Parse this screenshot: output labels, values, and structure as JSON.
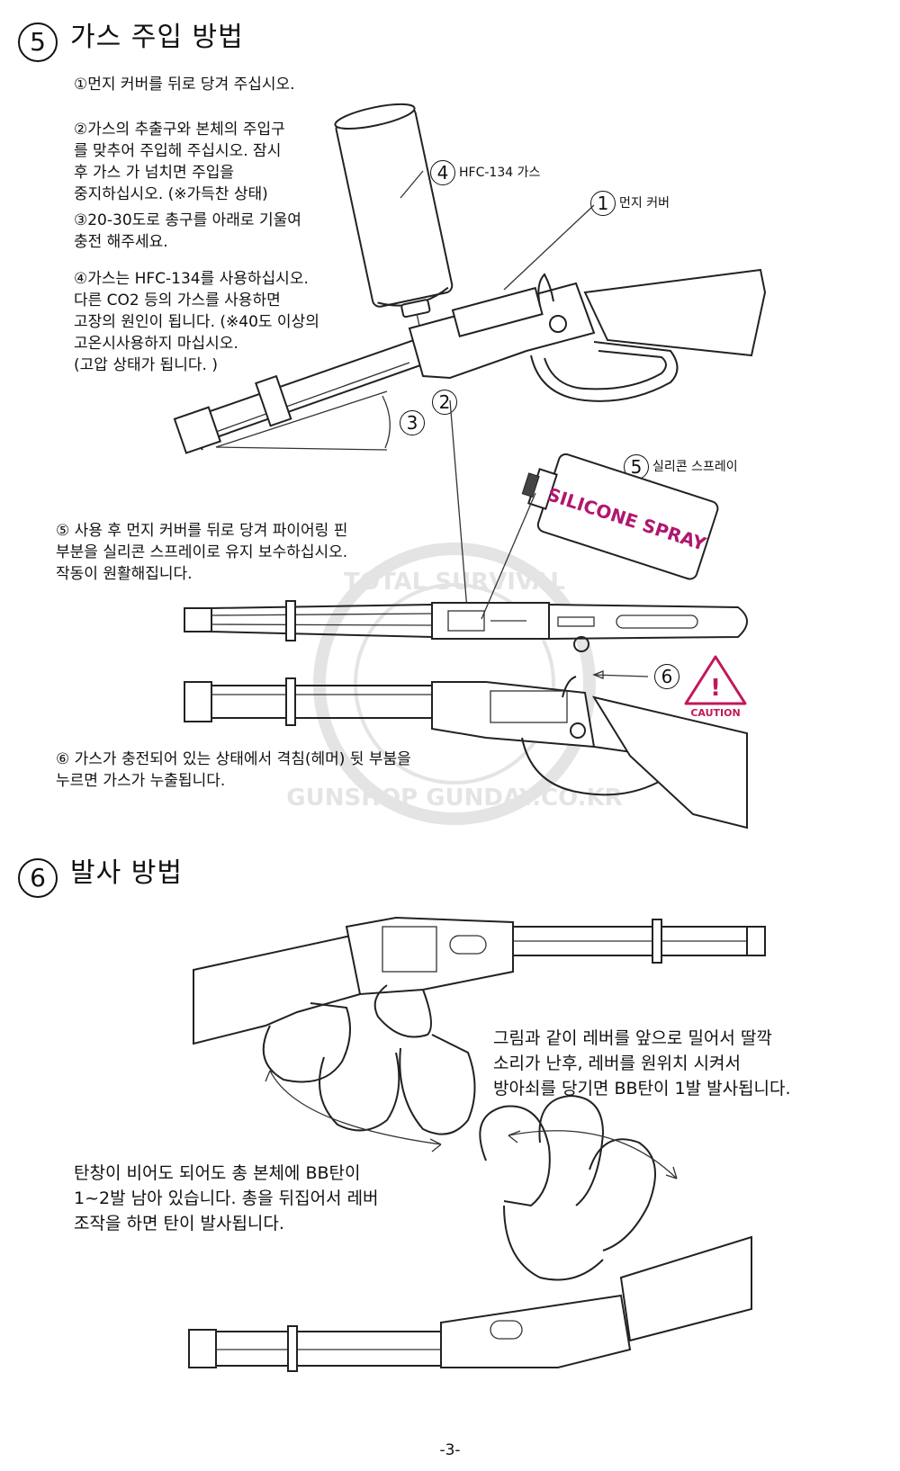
{
  "section5": {
    "number": "5",
    "title": "가스 주입 방법",
    "step1": "①먼지 커버를 뒤로 당겨 주십시오.",
    "step2": "②가스의 추출구와 본체의 주입구\n를 맞추어 주입헤 주십시오. 잠시\n후 가스 가 넘치면 주입을\n중지하십시오. (※가득찬 상태)",
    "step3": "③20-30도로 총구를 아래로 기울여\n충전 해주세요.",
    "step4": "④가스는 HFC-134를 사용하십시오.\n다른 CO2 등의 가스를 사용하면\n고장의 원인이 됩니다. (※40도 이상의\n고온시사용하지 마십시오.\n(고압 상태가 됩니다. )",
    "callout_gas_num": "4",
    "callout_gas": "HFC-134 가스",
    "callout_cover_num": "1",
    "callout_cover": "먼지 커버",
    "callout_2": "2",
    "callout_3": "3",
    "callout_silicone_num": "5",
    "callout_silicone": "실리콘 스프레이",
    "spray_label": "SILICONE SPRAY",
    "step5": "⑤ 사용 후 먼지 커버를 뒤로 당겨 파이어링 핀\n부분을 실리콘 스프레이로 유지 보수하십시오.\n작동이 원활해집니다.",
    "callout_6": "6",
    "caution_mark": "!",
    "caution_label": "CAUTION",
    "step6": "⑥ 가스가 충전되어 있는 상태에서 격침(헤머) 뒷 부붐을\n누르면 가스가 누출됩니다."
  },
  "watermark": {
    "top": "TOTAL SURVIVAL",
    "bottom": "GUNSHOP  GUNDAY.CO.KR"
  },
  "section6": {
    "number": "6",
    "title": "발사 방법",
    "para1": "그림과 같이 레버를 앞으로 밀어서 딸깍\n소리가 난후, 레버를 원위치 시켜서\n방아쇠를 당기면 BB탄이 1발 발사됩니다.",
    "para2": "탄창이 비어도 되어도 총 본체에 BB탄이\n1~2발 남아 있습니다. 총을 뒤집어서 레버\n조작을 하면 탄이 발사됩니다."
  },
  "page_number": "-3-",
  "colors": {
    "ink": "#111111",
    "caution": "#c2185b",
    "spray": "#b0176f"
  }
}
